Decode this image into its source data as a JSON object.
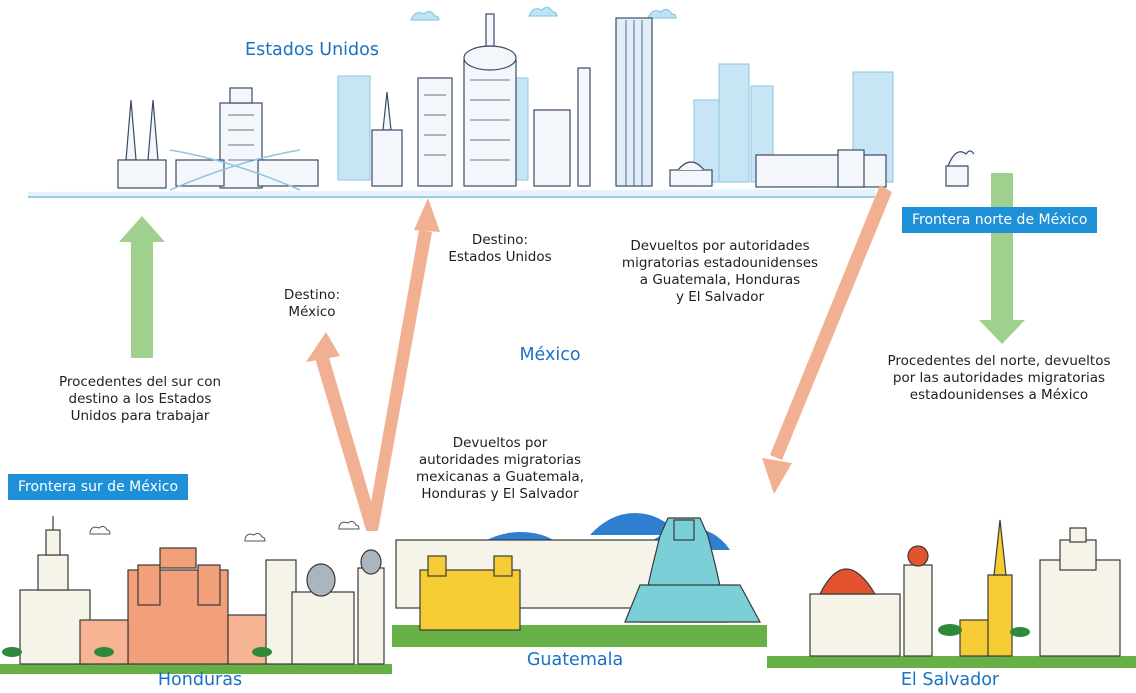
{
  "places": {
    "usa": "Estados Unidos",
    "mexico": "México",
    "guatemala": "Guatemala",
    "honduras": "Honduras",
    "el_salvador": "El Salvador"
  },
  "badges": {
    "north_border": "Frontera norte de México",
    "south_border": "Frontera sur de México"
  },
  "labels": {
    "from_south": [
      "Procedentes del sur con",
      "destino a los Estados",
      "Unidos para trabajar"
    ],
    "dest_mexico": [
      "Destino:",
      "México"
    ],
    "dest_usa": [
      "Destino:",
      "Estados Unidos"
    ],
    "returned_by_us": [
      "Devueltos por autoridades",
      "migratorias estadounidenses",
      "a Guatemala, Honduras",
      "y El Salvador"
    ],
    "from_north": [
      "Procedentes del norte, devueltos",
      "por las autoridades migratorias",
      "estadounidenses a México"
    ],
    "returned_by_mx": [
      "Devueltos por",
      "autoridades migratorias",
      "mexicanas a Guatemala,",
      "Honduras y El Salvador"
    ]
  },
  "colors": {
    "green_arrow": "#9fd08d",
    "salmon_arrow": "#f2b092",
    "place_blue": "#1a72c4",
    "badge_blue": "#1e90d8"
  }
}
